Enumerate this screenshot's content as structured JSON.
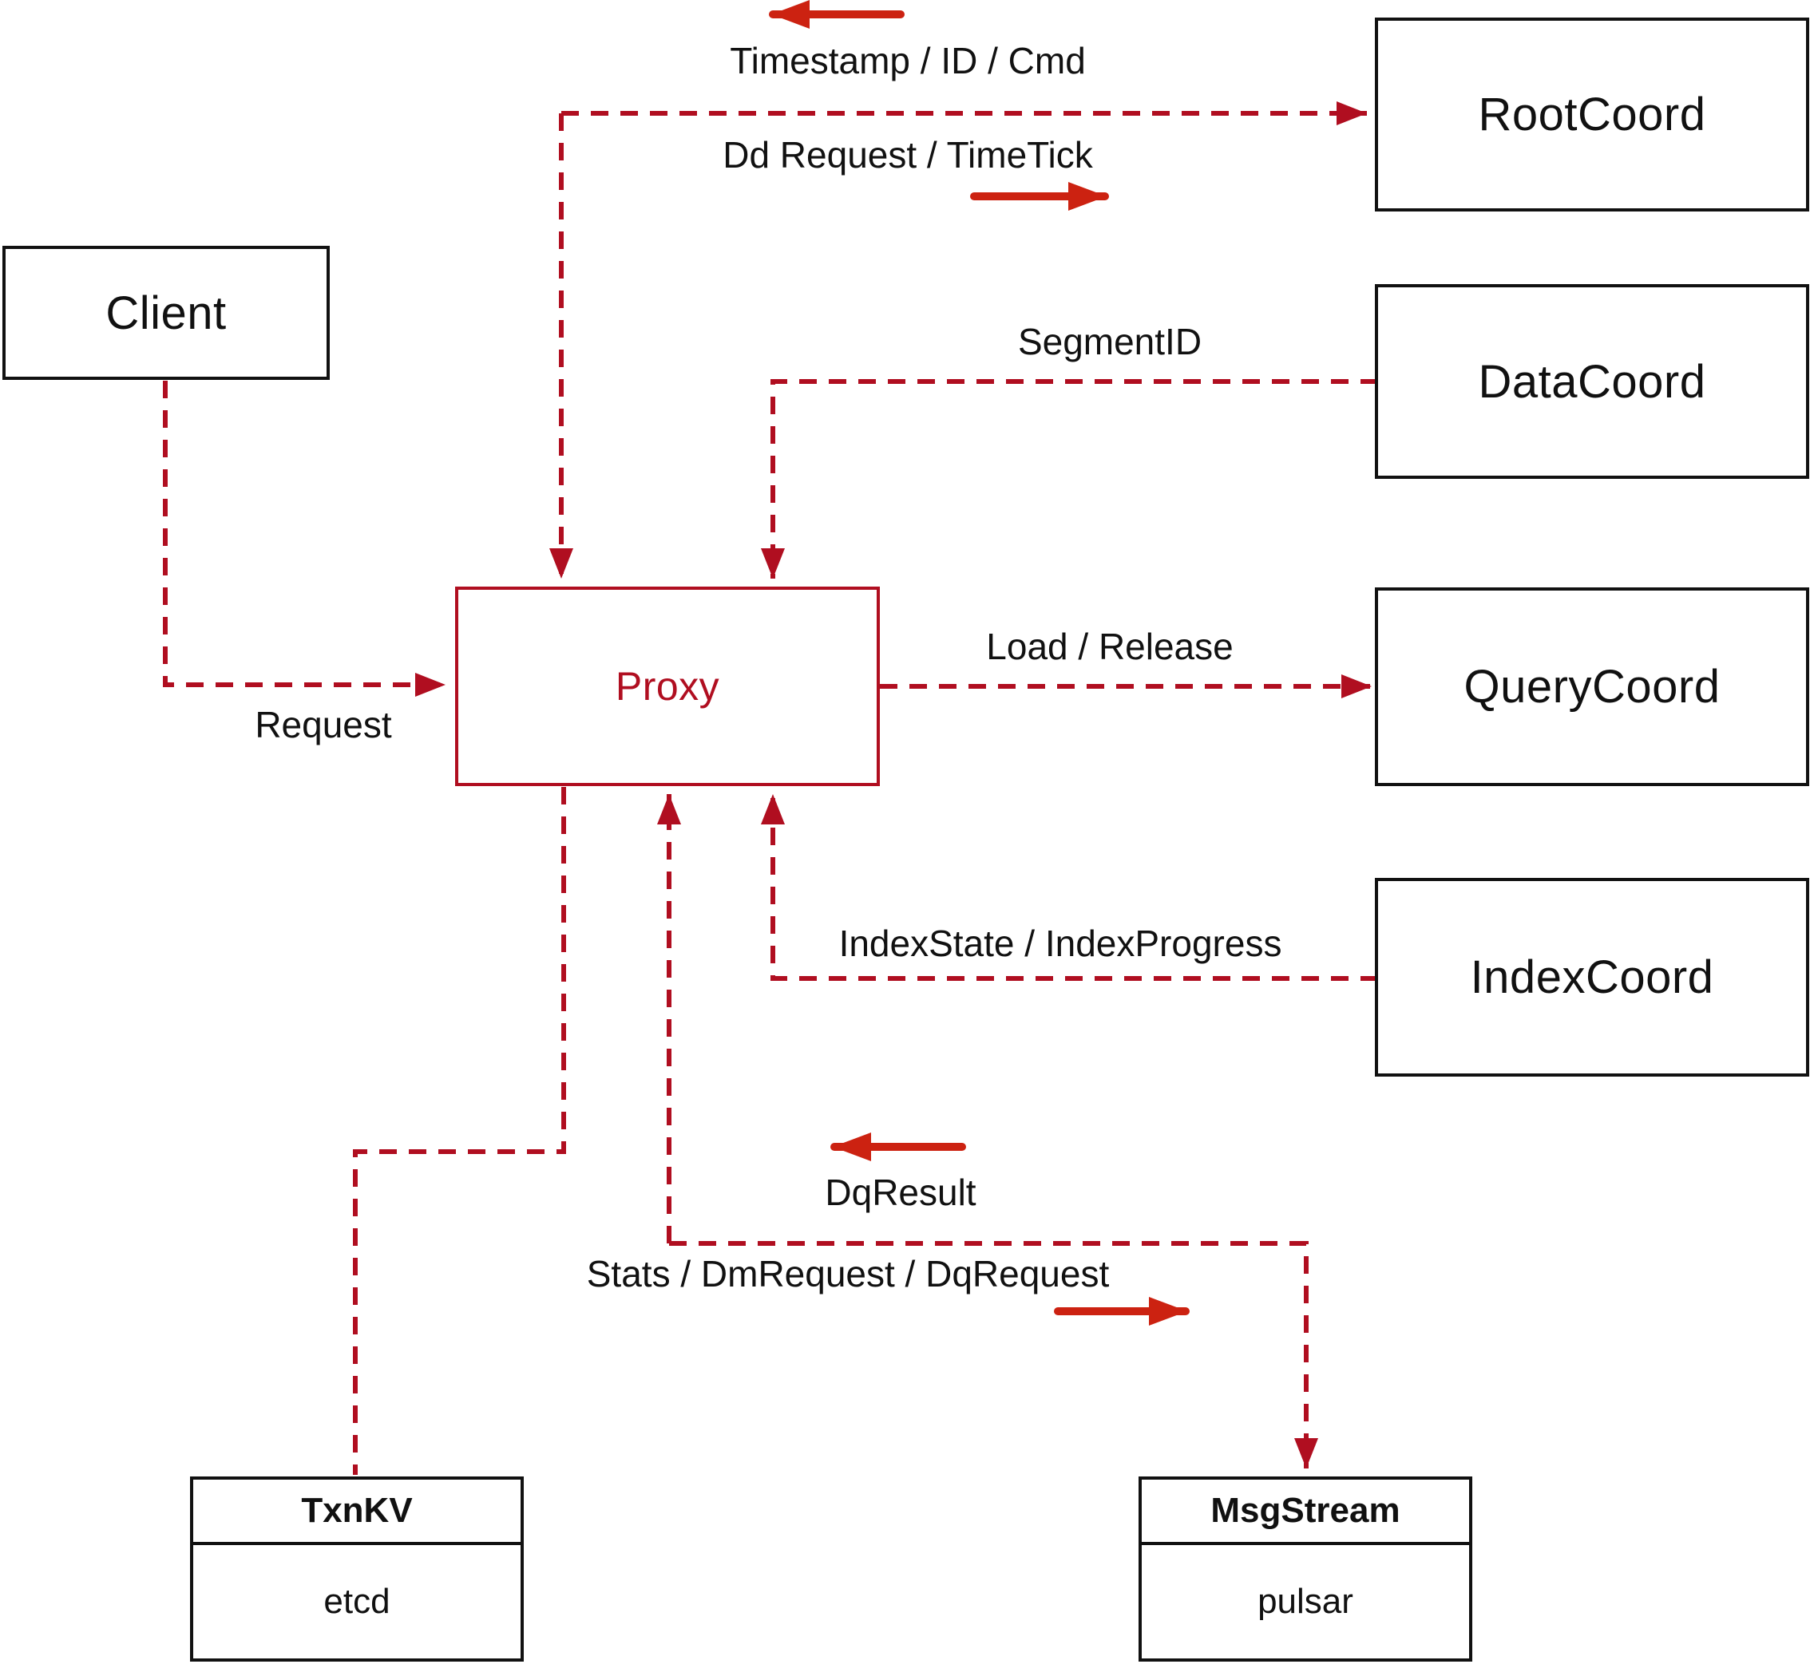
{
  "diagram": {
    "nodes": {
      "client": {
        "label": "Client"
      },
      "proxy": {
        "label": "Proxy"
      },
      "root_coord": {
        "label": "RootCoord"
      },
      "data_coord": {
        "label": "DataCoord"
      },
      "query_coord": {
        "label": "QueryCoord"
      },
      "index_coord": {
        "label": "IndexCoord"
      },
      "txn_kv": {
        "title": "TxnKV",
        "impl": "etcd"
      },
      "msg_stream": {
        "title": "MsgStream",
        "impl": "pulsar"
      }
    },
    "edge_labels": {
      "timestamp_id_cmd": "Timestamp / ID / Cmd",
      "dd_request_timetick": "Dd Request / TimeTick",
      "segment_id": "SegmentID",
      "request": "Request",
      "load_release": "Load / Release",
      "index_state_progress": "IndexState / IndexProgress",
      "dq_result": "DqResult",
      "stats_dm_dq": "Stats / DmRequest / DqRequest"
    },
    "colors": {
      "dashed_line": "#b00e20",
      "solid_arrow": "#cc2211",
      "box_border": "#111111",
      "proxy_accent": "#b00e20",
      "text": "#111111",
      "background": "#ffffff"
    }
  }
}
